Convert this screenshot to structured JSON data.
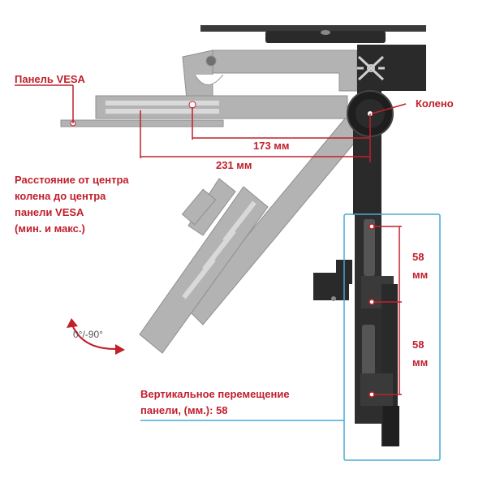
{
  "labels": {
    "vesa_panel": "Панель VESA",
    "knee": "Колено",
    "distance_note": "Расстояние от центра\nколена до центра\nпанели VESA\n(мин. и макс.)",
    "vertical_move": "Вертикальное перемещение\n панели, (мм.): 58",
    "angle": "0°/-90°"
  },
  "dimensions": {
    "short_reach": "173 мм",
    "long_reach": "231 мм",
    "upper_step_value": "58",
    "upper_step_unit": "мм",
    "lower_step_value": "58",
    "lower_step_unit": "мм"
  },
  "colors": {
    "annotation": "#c0202c",
    "highlight": "#4aa8d8",
    "mount_dark": "#2a2a2a",
    "mount_gray": "#b3b3b3"
  }
}
